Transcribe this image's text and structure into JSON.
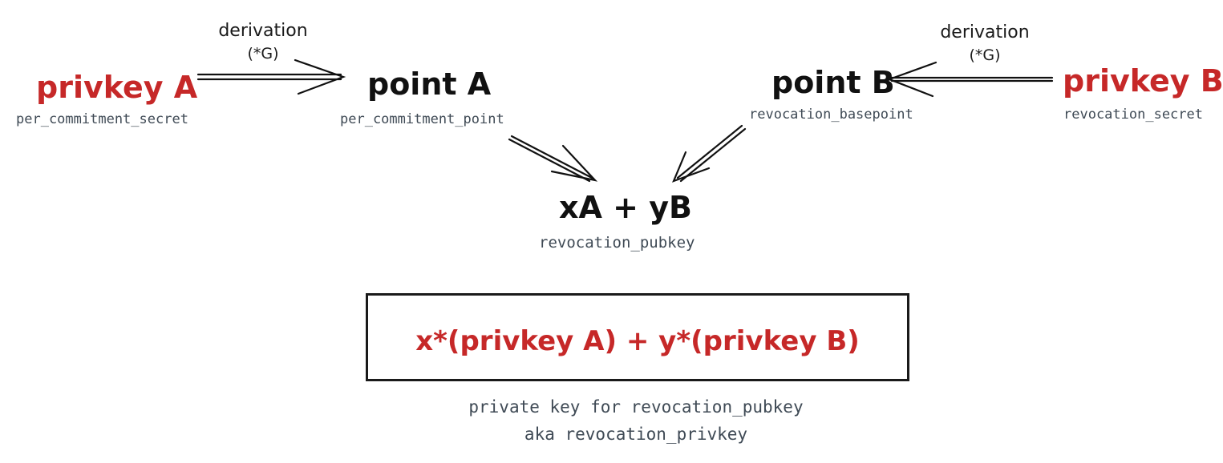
{
  "nodes": {
    "privkey_a": {
      "label": "privkey A",
      "sub": "per_commitment_secret"
    },
    "point_a": {
      "label": "point A",
      "sub": "per_commitment_point"
    },
    "point_b": {
      "label": "point B",
      "sub": "revocation_basepoint"
    },
    "privkey_b": {
      "label": "privkey B",
      "sub": "revocation_secret"
    },
    "combined": {
      "label": "xA + yB",
      "sub": "revocation_pubkey"
    }
  },
  "edges": {
    "left": {
      "label": "derivation",
      "op": "(*G)"
    },
    "right": {
      "label": "derivation",
      "op": "(*G)"
    }
  },
  "formula_box": {
    "formula": "x*(privkey A) + y*(privkey B)",
    "caption_line1": "private key for revocation_pubkey",
    "caption_line2": "aka revocation_privkey"
  },
  "colors": {
    "private": "#c62828",
    "public": "#111111",
    "subtext": "#3f4a55"
  }
}
